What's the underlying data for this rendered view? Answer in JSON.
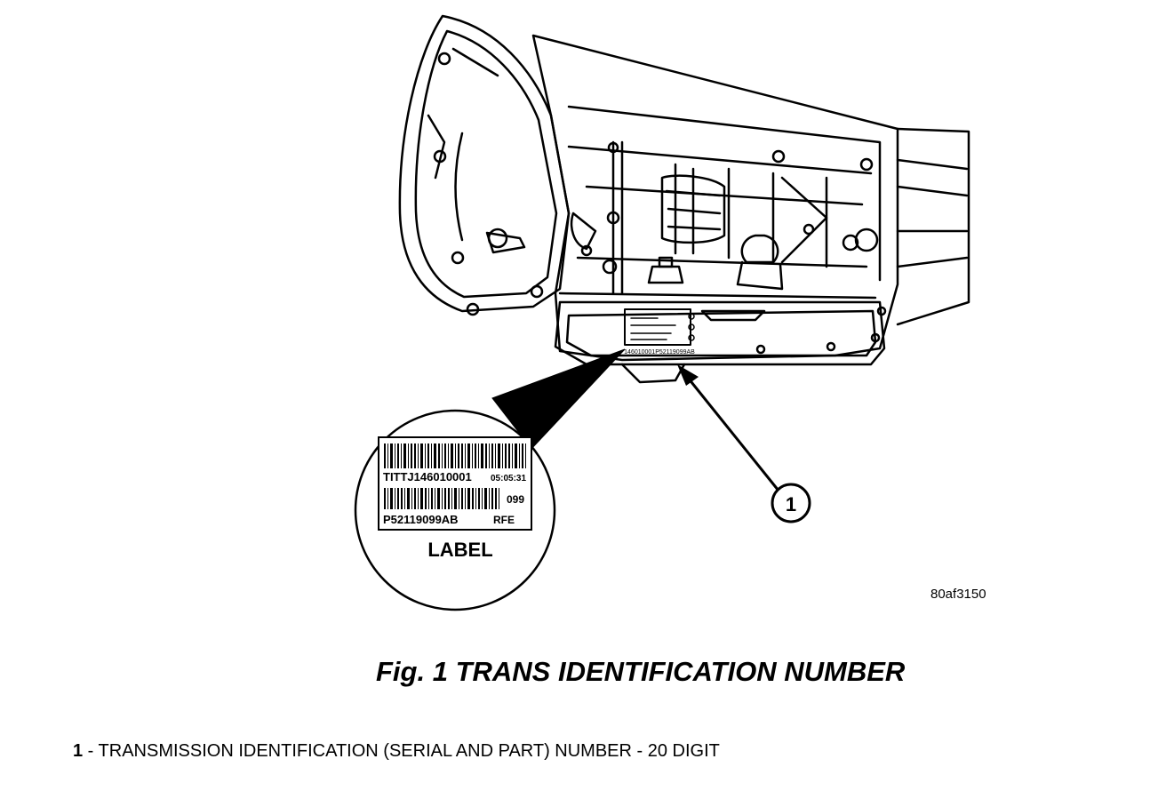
{
  "callout": {
    "number": "1"
  },
  "label_inset": {
    "serial": "TITTJ146010001",
    "time": "05:05:31",
    "code": "099",
    "part": "P52119099AB",
    "type": "RFE",
    "title": "LABEL"
  },
  "pan_label_text": "146010001P52119099AB",
  "figure_code": "80af3150",
  "caption": "Fig. 1 TRANS IDENTIFICATION NUMBER",
  "legend": {
    "number": "1",
    "text": " - TRANSMISSION IDENTIFICATION (SERIAL AND PART) NUMBER - 20 DIGIT"
  }
}
